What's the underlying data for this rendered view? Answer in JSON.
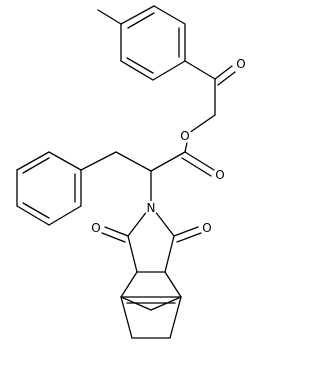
{
  "atom_labels": {
    "ketone_oxygen": "O",
    "ester_ether_oxygen": "O",
    "ester_carbonyl_oxygen": "O",
    "imide_nitrogen": "N",
    "imide_oxygen_left": "O",
    "imide_oxygen_right": "O"
  },
  "colors": {
    "bond": "#000000",
    "label": "#000000",
    "background": "#ffffff"
  }
}
